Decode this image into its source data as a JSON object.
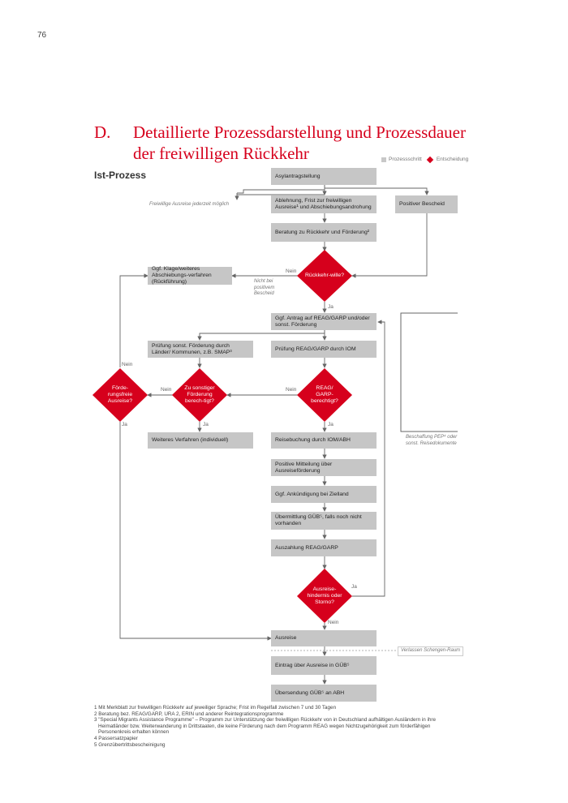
{
  "page_number": "76",
  "heading": {
    "letter": "D.",
    "line1": "Detaillierte Prozessdarstellung und Prozessdauer",
    "line2": "der freiwilligen Rückkehr"
  },
  "legend": {
    "process_step": "Prozessschritt",
    "decision": "Entscheidung"
  },
  "subheading": "Ist-Prozess",
  "boxes": {
    "asylantrag": "Asylantragstellung",
    "ablehnung": "Ablehnung, Frist zur freiwilligen Ausreise¹ und Abschiebungsandrohung",
    "positiv": "Positiver Bescheid",
    "beratung": "Beratung zu Rückkehr und Förderung²",
    "klage": "Ggf. Klage/weiteres Abschiebungs-verfahren (Rückführung)",
    "antrag": "Ggf. Antrag auf REAG/GARP und/oder sonst. Förderung",
    "pruefung_sonst": "Prüfung sonst. Förderung durch Länder/ Kommunen, z.B. SMAP³",
    "pruefung_iom": "Prüfung REAG/GARP durch IOM",
    "weiteres": "Weiteres Verfahren (individuell)",
    "reisebuchung": "Reisebuchung durch IOM/ABH",
    "mitteilung": "Positive Mitteilung über Ausreiseförderung",
    "ankuendigung": "Ggf. Ankündigung bei Zielland",
    "uebermittlung": "Übermittlung GÜB⁵, falls noch nicht vorhanden",
    "auszahlung": "Auszahlung REAG/GARP",
    "ausreise": "Ausreise",
    "eintrag": "Eintrag über Ausreise in GÜB⁵",
    "uebersendung": "Übersendung GÜB⁵ an ABH"
  },
  "decisions": {
    "rueckkehrwille": "Rückkehr-wille?",
    "reag_berechtigt": "REAG/ GARP-berechtigt?",
    "sonstige_foerderung": "Zu sonstiger Förderung berech-tigt?",
    "foerderungsfreie": "Förde-rungsfreie Ausreise?",
    "ausreisehindernis": "Ausreise-hindernis oder Storno?"
  },
  "labels": {
    "nein_rueck": "Nein",
    "ja_rueck": "Ja",
    "nein_reag": "Nein",
    "ja_reag": "Ja",
    "nein_sonst": "Nein",
    "ja_sonst": "Ja",
    "nein_frei": "Nein",
    "ja_frei": "Ja",
    "ja_hind": "Ja",
    "nein_hind": "Nein"
  },
  "notes": {
    "freiwillige": "Freiwillige Ausreise jederzeit möglich",
    "nicht_positiv": "Nicht bei positivem Bescheid",
    "beschaffung": "Beschaffung PEP⁴ oder sonst. Reisedokumente",
    "schengen": "Verlassen Schengen-Raum"
  },
  "footnotes": [
    "1 Mit Merkblatt zur freiwilligen Rückkehr auf jeweiliger Sprache; Frist im Regelfall zwischen 7 und 30 Tagen",
    "2 Beratung bez. REAG/GARP, URA 2, ERIN und anderer Reintegrationsprogramme",
    "3 \"Special Migrants Assistance Programme\" – Programm zur Unterstützung der freiwilligen Rückkehr von in Deutschland aufhältigen Ausländern in ihre",
    "Heimatländer bzw. Weiterwanderung in Drittstaaten, die keine Förderung nach dem Programm REAG wegen Nichtzugehörigkeit zum förderfähigen",
    "Personenkreis erhalten können",
    "4 Passersatzpapier",
    "5 Grenzübertrittsbescheinigung"
  ],
  "colors": {
    "accent": "#d6001c",
    "box": "#c6c6c6",
    "line": "#666666"
  }
}
